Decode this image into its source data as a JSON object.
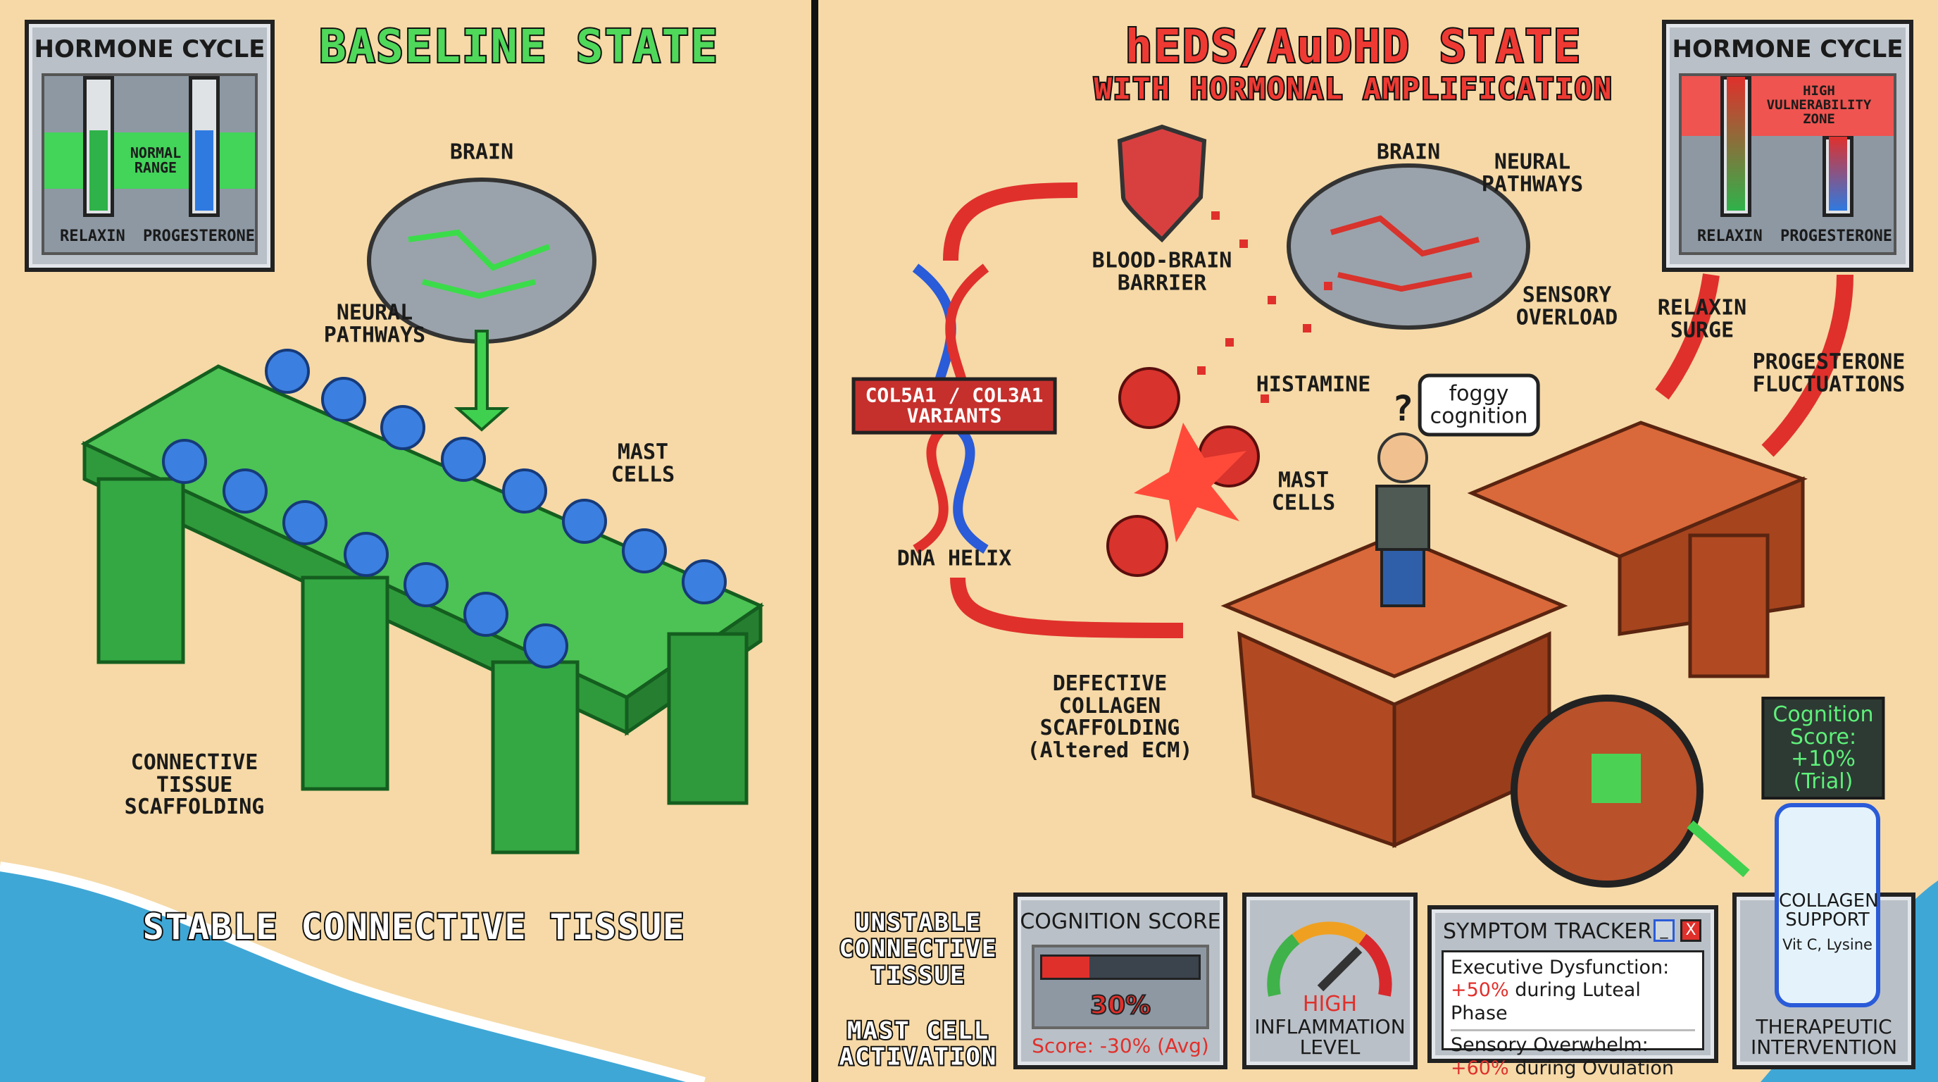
{
  "baseline": {
    "title": "BASELINE STATE",
    "hormone_box": {
      "title": "HORMONE CYCLE",
      "zone": "NORMAL\nRANGE",
      "bars": [
        {
          "label": "RELAXIN",
          "color": "#2fb24a"
        },
        {
          "label": "PROGESTERONE",
          "color": "#2f7ae0"
        }
      ]
    },
    "brain_label": "BRAIN",
    "neural_label": "NEURAL\nPATHWAYS",
    "mast_label": "MAST\nCELLS",
    "scaffold_label": "CONNECTIVE\nTISSUE\nSCAFFOLDING",
    "footer": "STABLE CONNECTIVE TISSUE"
  },
  "heds": {
    "title": "hEDS/AuDHD STATE",
    "subtitle": "WITH HORMONAL AMPLIFICATION",
    "hormone_box": {
      "title": "HORMONE CYCLE",
      "zone": "HIGH\nVULNERABILITY\nZONE",
      "bars": [
        {
          "label": "RELAXIN"
        },
        {
          "label": "PROGESTERONE"
        }
      ]
    },
    "bbb_label": "BLOOD-BRAIN\nBARRIER",
    "dna_banner": "COL5A1 / COL3A1\nVARIANTS",
    "dna_label": "DNA HELIX",
    "brain_label": "BRAIN",
    "neural_label": "NEURAL\nPATHWAYS",
    "sensory_label": "SENSORY\nOVERLOAD",
    "histamine_label": "HISTAMINE",
    "mast_label": "MAST\nCELLS",
    "question": "?",
    "thought": "foggy\ncognition",
    "relaxin_label": "RELAXIN\nSURGE",
    "progesterone_label": "PROGESTERONE\nFLUCTUATIONS",
    "defective_label": "DEFECTIVE\nCOLLAGEN\nSCAFFOLDING\n(Altered ECM)",
    "trial_score": "Cognition Score:\n+10% (Trial)",
    "left_footer_1": "UNSTABLE\nCONNECTIVE\nTISSUE",
    "left_footer_2": "MAST CELL\nACTIVATION"
  },
  "cognition_panel": {
    "title": "COGNITION SCORE",
    "value_label": "30%",
    "progress": 0.3,
    "score": "Score: -30% (Avg)"
  },
  "inflammation_panel": {
    "level": "HIGH",
    "label": "INFLAMMATION\nLEVEL"
  },
  "symptom_tracker": {
    "title": "SYMPTOM TRACKER",
    "minimize": "_",
    "close": "X",
    "items": [
      {
        "name": "Executive Dysfunction:",
        "change": "+50%",
        "when": "during Luteal Phase"
      },
      {
        "name": "Sensory Overwhelm:",
        "change": "+60%",
        "when": "during Ovulation"
      }
    ]
  },
  "therapy_panel": {
    "bottle": "COLLAGEN\nSUPPORT",
    "bottle_sub": "Vit C, Lysine",
    "label": "THERAPEUTIC\nINTERVENTION"
  },
  "colors": {
    "baseline_green": "#3fd04f",
    "alert_red": "#e0302c",
    "brick": "#c4552a",
    "sand": "#f6d9a6",
    "ocean": "#3fa7d6"
  }
}
